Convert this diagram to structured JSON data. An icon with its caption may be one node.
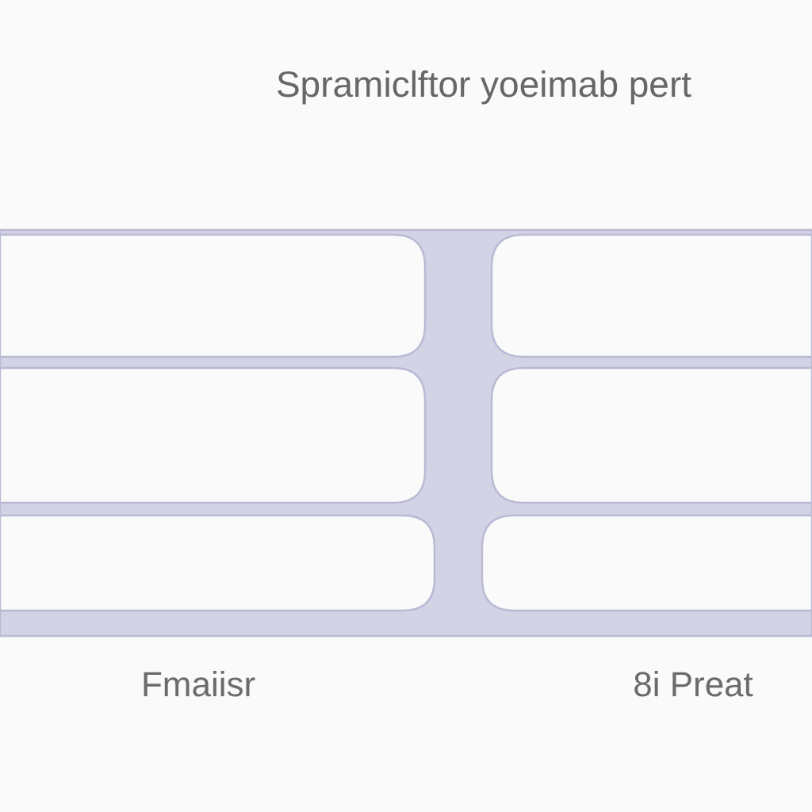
{
  "diagram": {
    "title": "Spramiclftor yoeimab pert",
    "labels": [
      "Fmaiisr",
      "8i Preat"
    ]
  }
}
